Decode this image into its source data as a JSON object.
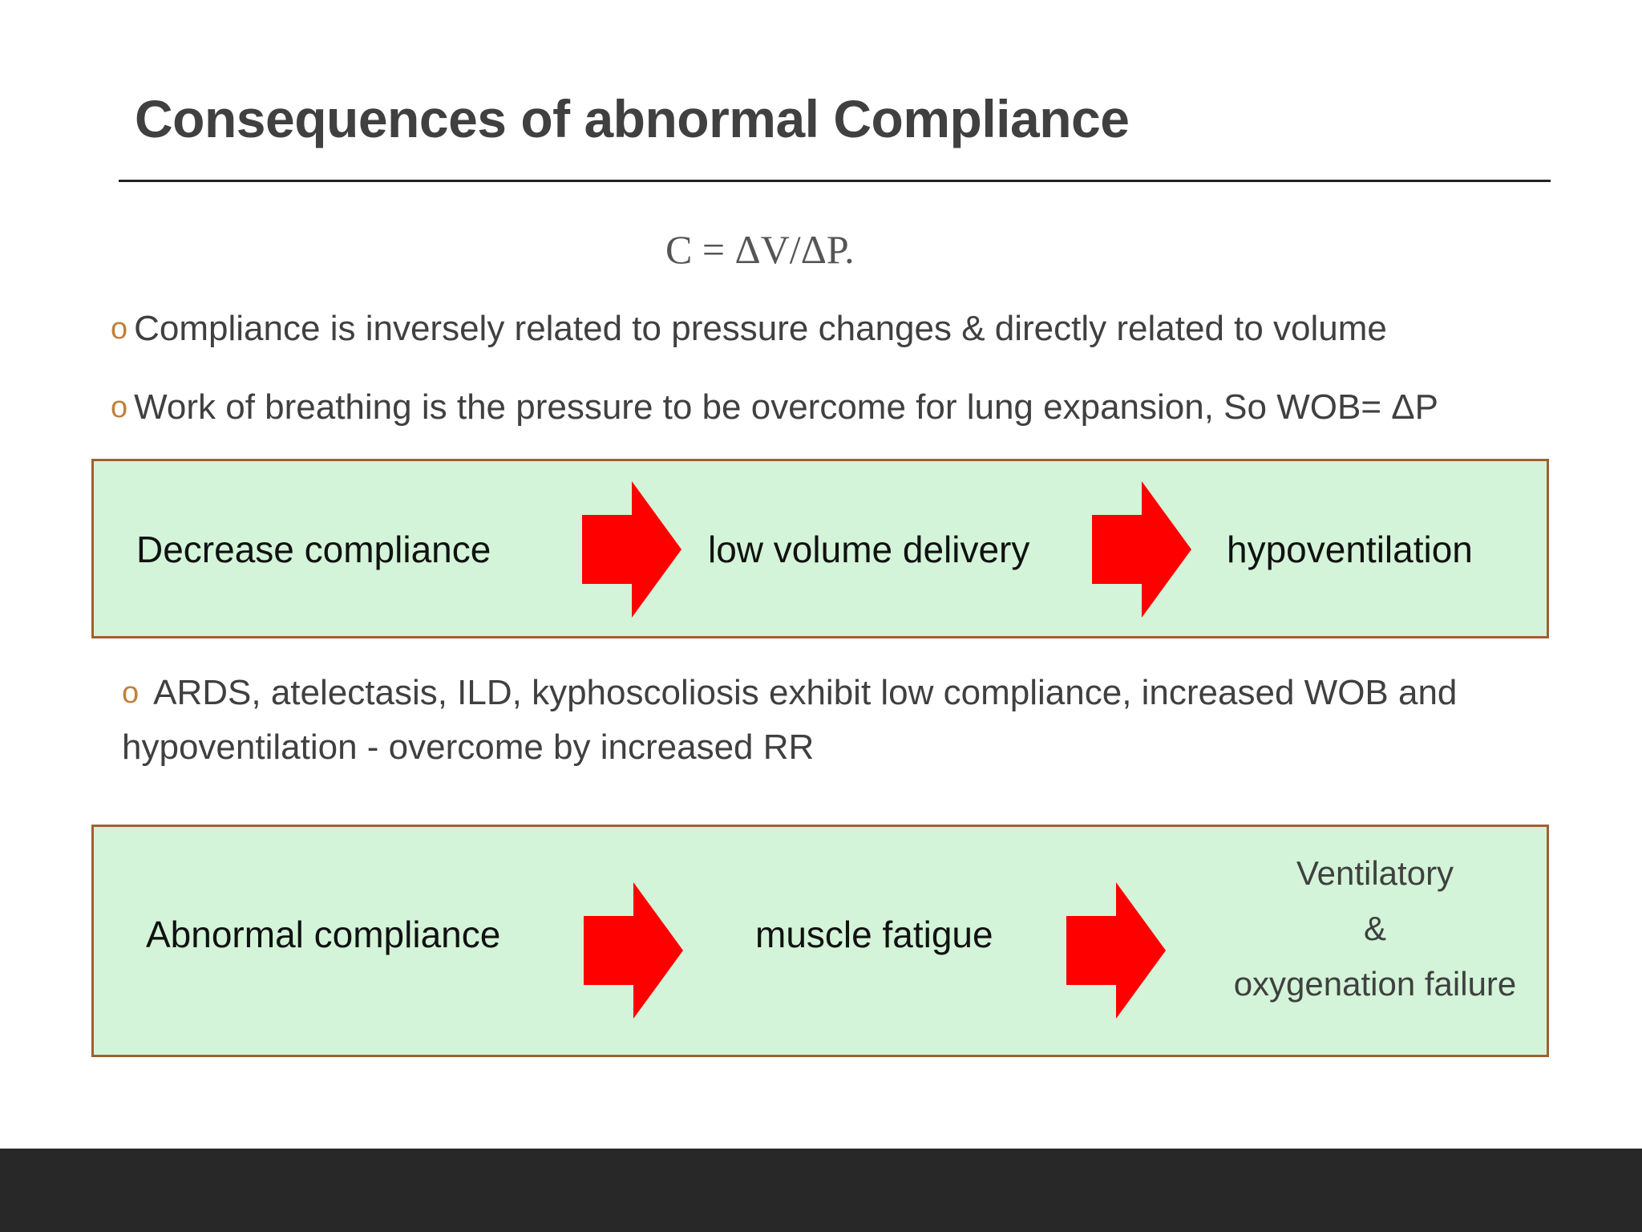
{
  "slide": {
    "title": "Consequences of abnormal Compliance",
    "formula": "C = ΔV/ΔP.",
    "bullet_marker": "o",
    "bullets": [
      "Compliance is inversely related to pressure changes &  directly related to volume",
      "Work of breathing is the pressure to be overcome for lung expansion, So WOB= ΔP",
      "ARDS, atelectasis, ILD, kyphoscoliosis exhibit low compliance, increased WOB and hypoventilation - overcome by increased RR"
    ],
    "flow1": {
      "step1": "Decrease compliance",
      "step2": "low volume delivery",
      "step3": "hypoventilation"
    },
    "flow2": {
      "step1": "Abnormal compliance",
      "step2": "muscle fatigue",
      "step3_lines": [
        "Ventilatory",
        "&",
        "oxygenation failure"
      ]
    },
    "colors": {
      "box_fill": "#d3f4d8",
      "box_border": "#a06030",
      "arrow": "#ff0000",
      "footer": "#282828",
      "bullet_marker": "#c0803c"
    }
  }
}
